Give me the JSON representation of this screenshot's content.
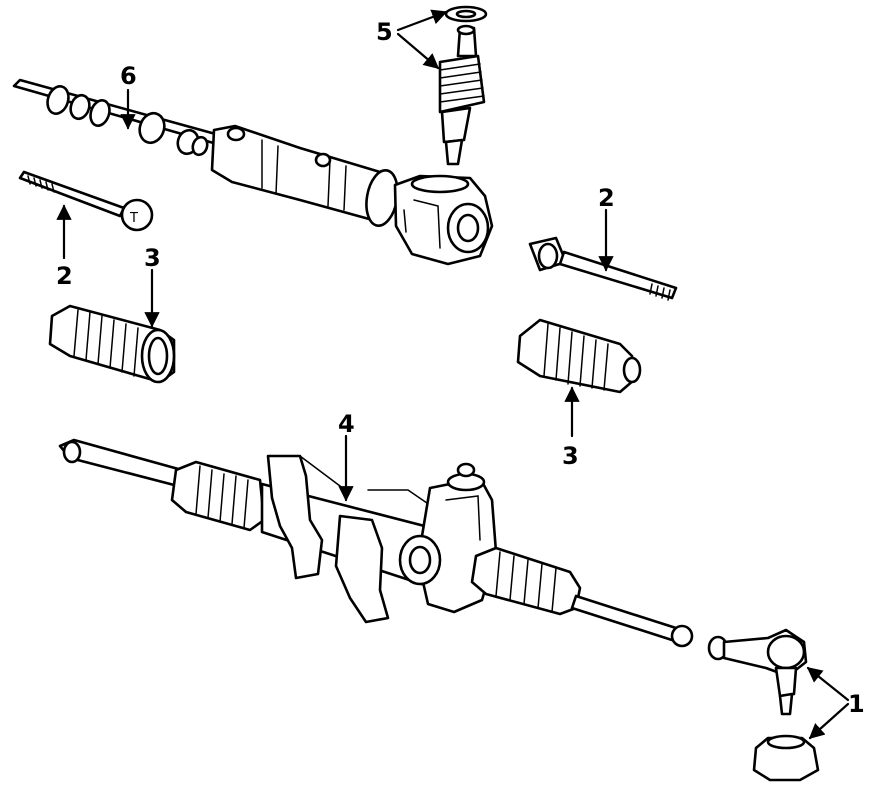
{
  "callouts": {
    "c1": "1",
    "c2a": "2",
    "c2b": "2",
    "c3a": "3",
    "c3b": "3",
    "c4": "4",
    "c5": "5",
    "c6": "6"
  },
  "icons": [
    "steering-rack-assembly",
    "rack-housing",
    "pinion-shaft",
    "inner-tie-rod",
    "bellows-boot",
    "outer-tie-rod-end",
    "ball-joint-boot"
  ]
}
